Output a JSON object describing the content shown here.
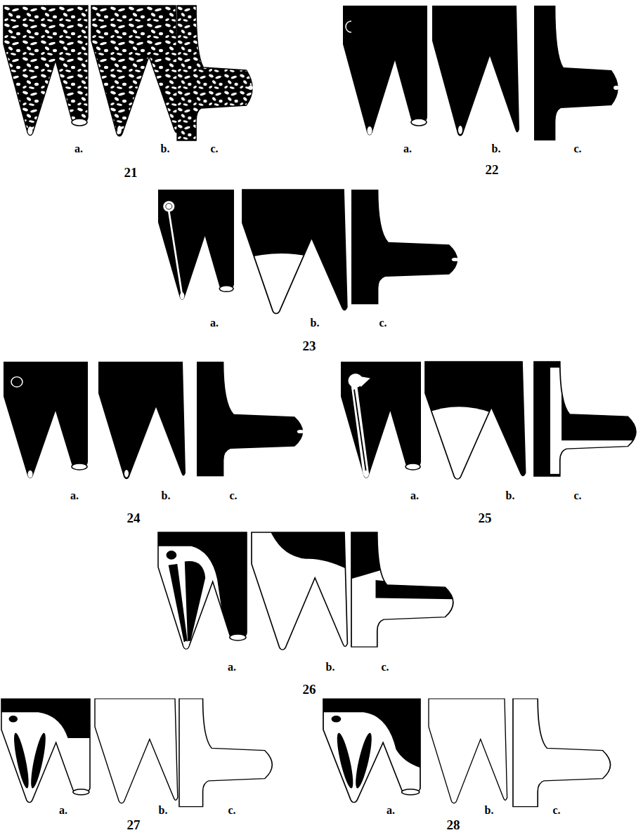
{
  "diagram": {
    "labels": [
      "a.",
      "b.",
      "c.",
      "21",
      "a.",
      "b.",
      "c.",
      "22",
      "a.",
      "b.",
      "c.",
      "23",
      "a.",
      "b.",
      "c.",
      "24",
      "a.",
      "b.",
      "c.",
      "25",
      "a.",
      "b.",
      "c.",
      "26",
      "a.",
      "b.",
      "c.",
      "27",
      "a.",
      "b.",
      "c.",
      "28"
    ]
  }
}
